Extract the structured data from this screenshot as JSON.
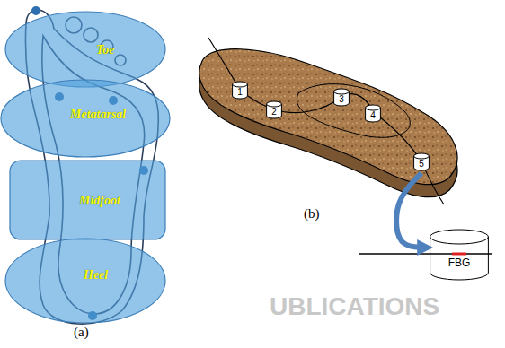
{
  "diagram": {
    "nodes": [
      {
        "text": [
          "Toe"
        ]
      },
      {
        "text": [
          "Metatarsal"
        ]
      },
      {
        "text": [
          "Midfoot"
        ]
      },
      {
        "text": [
          "Heel"
        ]
      },
      {
        "text": [
          "1"
        ]
      },
      {
        "text": [
          "2"
        ]
      },
      {
        "text": [
          "3"
        ]
      },
      {
        "text": [
          "4"
        ]
      },
      {
        "text": [
          "5"
        ]
      },
      {
        "text": [
          "FBG"
        ]
      }
    ],
    "edges": [
      {
        "from": 8,
        "to": 9,
        "arrow": "to"
      }
    ],
    "labels": [
      "(a)",
      "(b)",
      "UBLICATIONS"
    ]
  }
}
